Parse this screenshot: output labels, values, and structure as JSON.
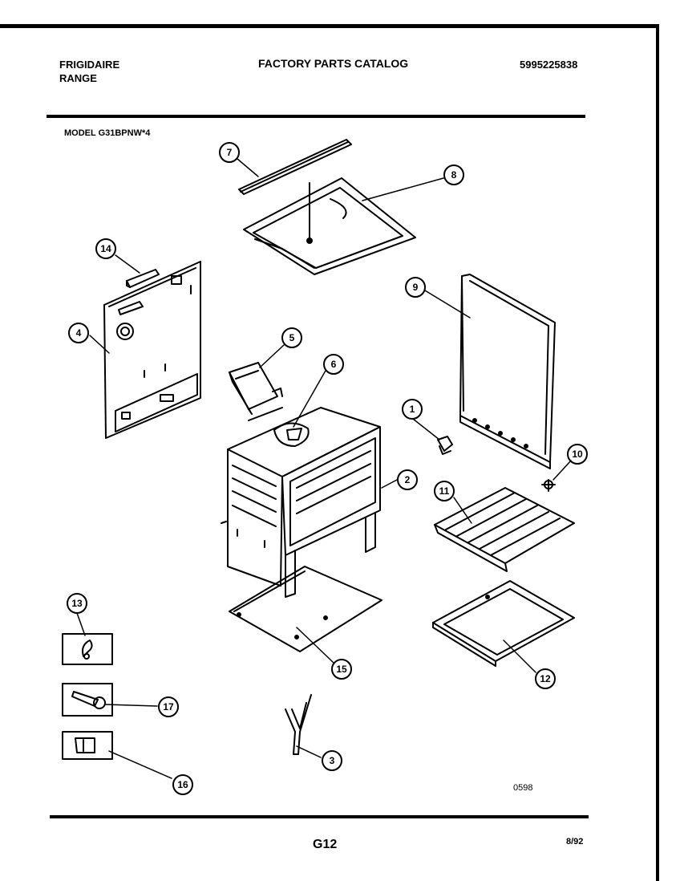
{
  "header": {
    "brand": "FRIGIDAIRE",
    "product": "RANGE",
    "title": "FACTORY PARTS CATALOG",
    "catalog_number": "5995225838"
  },
  "model": "MODEL G31BPNW*4",
  "figure_code": "0598",
  "page_number": "G12",
  "date": "8/92",
  "callouts": [
    "1",
    "2",
    "3",
    "4",
    "5",
    "6",
    "7",
    "8",
    "9",
    "10",
    "11",
    "12",
    "13",
    "14",
    "15",
    "16",
    "17"
  ]
}
